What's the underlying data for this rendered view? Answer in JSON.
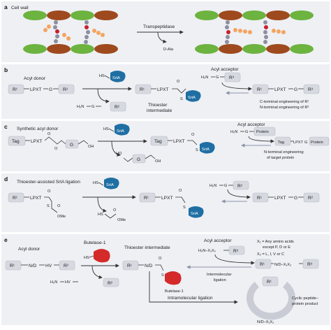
{
  "colors": {
    "panel_bg": "#eef0f4",
    "box": "#d6d9e0",
    "srta": "#1f6fa3",
    "butelase": "#d42a2a",
    "green": "#6db33f",
    "brown": "#9e4a1e",
    "arrow_grey": "#8a93a8"
  },
  "panel_a": {
    "letter": "a",
    "title": "Cell wall",
    "enzyme": "Transpeptidase",
    "byproduct": "D-Ala"
  },
  "panel_b": {
    "letter": "b",
    "title": "Acyl donor",
    "r1": "R¹",
    "r2": "R²",
    "r3": "R³",
    "seq": "LPXT",
    "g": "G",
    "hs": "HS",
    "enzyme": "SrtA",
    "s": "S",
    "o": "O",
    "nucleophile_h2n": "H₂N",
    "nucleophile_g": "G",
    "thioester_1": "Thioester",
    "thioester_2": "intermediate",
    "acceptor": "Acyl acceptor",
    "acceptor_h2n": "H₂N",
    "acceptor_g": "G",
    "note_1": "C-terminal engineering of R¹",
    "note_2": "N-terminal engineering of R³"
  },
  "panel_c": {
    "letter": "c",
    "title": "Synthetic acyl donor",
    "tag": "Tag",
    "seq": "LPXT",
    "o": "O",
    "g": "G",
    "oh": "OH",
    "ho": "HO",
    "hs": "HS",
    "enzyme": "SrtA",
    "s": "S",
    "acceptor": "Acyl acceptor",
    "acceptor_h2n": "H₂N",
    "acceptor_g": "G",
    "protein": "Protein",
    "note_1": "N-terminal engineering",
    "note_2": "of target protein"
  },
  "panel_d": {
    "letter": "d",
    "title": "Thioester-assisted SrtA ligation",
    "r1": "R¹",
    "r2": "R²",
    "seq": "LPXT",
    "g": "G",
    "s": "S",
    "o": "O",
    "ome": "OMe",
    "hs": "HS",
    "enzyme": "SrtA",
    "h2n": "H₂N"
  },
  "panel_e": {
    "letter": "e",
    "title": "Acyl donor",
    "r1": "R¹",
    "r2": "R²",
    "r3": "R³",
    "seq": "N/D",
    "hv": "HV",
    "enzyme": "Butelase-1",
    "hs": "HS",
    "h2n": "H₂N",
    "hv2": "HV",
    "s": "S",
    "o": "O",
    "thioester": "Thioester intermediate",
    "acceptor": "Acyl acceptor",
    "acceptor_seq": "H₂N–X₁X₂",
    "x1_note_1": "X₁ = Any amino acids",
    "x1_note_2": "except P, D or E",
    "x2_note": "X₂ = L, I, V or C",
    "inter_1": "Intermolecular",
    "inter_2": "ligation",
    "product_seq": "N/D–X₁X₂",
    "intra": "Intramolecular ligation",
    "cyclic_1": "Cyclic peptide–",
    "cyclic_2": "protein product",
    "ring_seq": "N/D–X₁X₂"
  }
}
